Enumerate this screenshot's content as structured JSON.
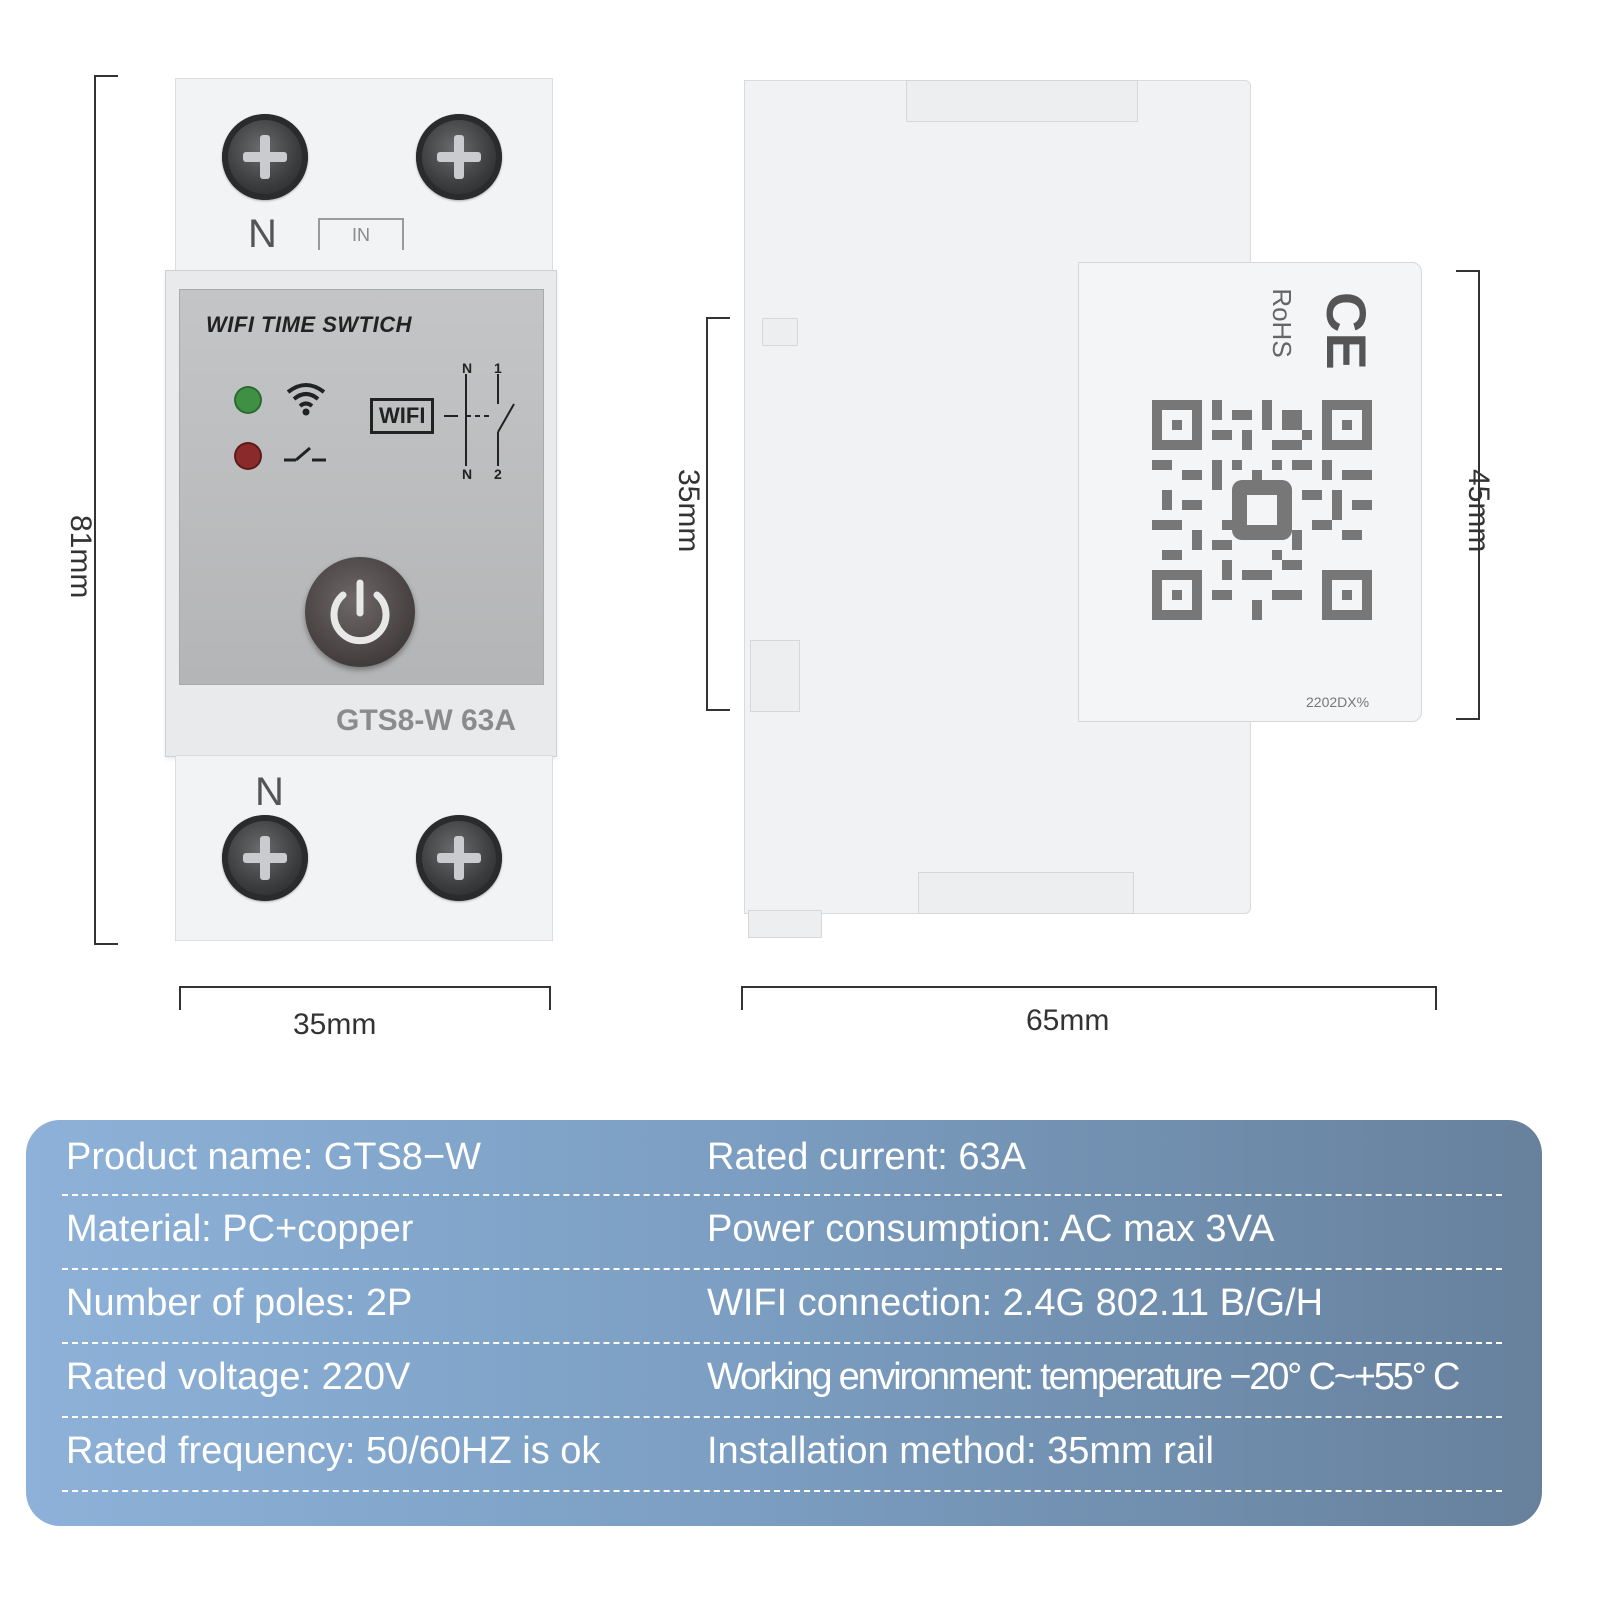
{
  "dimensions": {
    "front_height": "81mm",
    "front_width": "35mm",
    "side_rail": "35mm",
    "side_depth": "65mm",
    "side_height": "45mm"
  },
  "device_front": {
    "terminal_top_label": "N",
    "in_label": "IN",
    "terminal_bottom_label": "N",
    "panel_title": "WIFI TIME SWTICH",
    "wifi_badge": "WIFI",
    "pole_n_top": "N",
    "pole_1": "1",
    "pole_n_bottom": "N",
    "pole_2": "2",
    "model": "GTS8-W 63A",
    "led_green": "#3f8f45",
    "led_red": "#8b2a2a"
  },
  "device_side": {
    "cert_ce": "CE",
    "cert_rohs": "RoHS",
    "batch_code": "2202DX%",
    "qr_icon": "qr-code-icon"
  },
  "specs": [
    {
      "left": "Product name: GTS8−W",
      "right": "Rated current: 63A"
    },
    {
      "left": "Material: PC+copper",
      "right": "Power consumption: AC max 3VA"
    },
    {
      "left": "Number of poles: 2P",
      "right": "WIFI connection: 2.4G 802.11 B/G/H"
    },
    {
      "left": "Rated voltage: 220V",
      "right": "Working environment: temperature −20° C~+55° C"
    },
    {
      "left": "Rated frequency: 50/60HZ is ok",
      "right": "Installation method: 35mm rail"
    }
  ]
}
